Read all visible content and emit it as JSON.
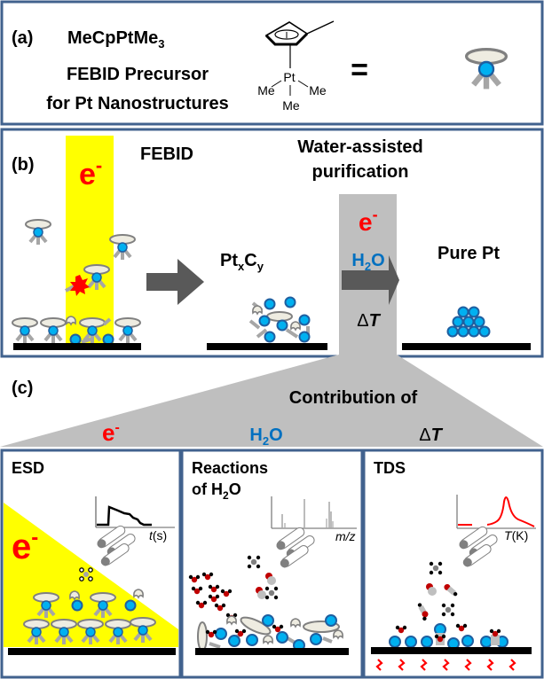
{
  "colors": {
    "frame": "#41628e",
    "beam_yellow": "#ffff00",
    "electron_red": "#ff0000",
    "water_blue": "#0070c0",
    "pt_blue": "#00b0f0",
    "pt_edge": "#1f5fa0",
    "ligand_gray": "#a6a6a6",
    "cp_fill": "#eeece1",
    "arrow_gray": "#595959",
    "column_gray": "#bfbfbf",
    "oxygen_red": "#c00000",
    "hydrogen_black": "#000000"
  },
  "panel_a": {
    "label": "(a)",
    "formula_main": "MeCpPtMe",
    "formula_sub": "3",
    "line1": "FEBID Precursor",
    "line2": "for Pt Nanostructures",
    "struct_pt": "Pt",
    "struct_me_left": "Me",
    "struct_me_right": "Me",
    "struct_me_bottom": "Me",
    "equals": "="
  },
  "panel_b": {
    "label": "(b)",
    "febid_title": "FEBID",
    "beam_label_e": "e",
    "beam_label_sup": "-",
    "purif_title_line1": "Water-assisted",
    "purif_title_line2": "purification",
    "ptc_main": "Pt",
    "ptc_sub_x": "x",
    "ptc_c": "C",
    "ptc_sub_y": "y",
    "step_e": "e",
    "step_e_sup": "-",
    "step_h2o_h": "H",
    "step_h2o_sub": "2",
    "step_h2o_o": "O",
    "step_delta": "Δ",
    "step_t": "T",
    "pure_pt": "Pure Pt"
  },
  "panel_c": {
    "label": "(c)",
    "contribution": "Contribution of",
    "contrib_e": "e",
    "contrib_e_sup": "-",
    "contrib_h": "H",
    "contrib_sub": "2",
    "contrib_o": "O",
    "contrib_delta": "Δ",
    "contrib_t": "T",
    "esd": {
      "title": "ESD",
      "beam_e": "e",
      "beam_sup": "-",
      "axis_label_var": "t",
      "axis_label_unit": "(s)"
    },
    "reactions": {
      "title_line1": "Reactions",
      "title_line2_a": "of H",
      "title_line2_sub": "2",
      "title_line2_b": "O",
      "axis_label": "m/z"
    },
    "tds": {
      "title": "TDS",
      "axis_label_var": "T",
      "axis_label_unit": "(K)"
    }
  }
}
